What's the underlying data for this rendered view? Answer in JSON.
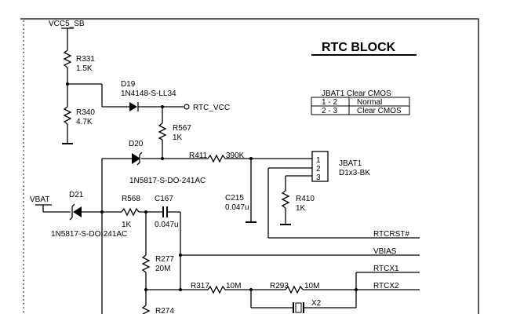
{
  "title": "RTC BLOCK",
  "jumper_table": {
    "header": "JBAT1 Clear CMOS",
    "rows": [
      {
        "pins": "1 - 2",
        "mode": "Normal"
      },
      {
        "pins": "2 - 3",
        "mode": "Clear CMOS"
      }
    ]
  },
  "nets": {
    "vcc5_sb": "VCC5_SB",
    "rtc_vcc": "RTC_VCC",
    "vbat": "VBAT",
    "rtcrst": "RTCRST#",
    "vbias": "VBIAS",
    "rtcx1": "RTCX1",
    "rtcx2": "RTCX2"
  },
  "components": {
    "r331": {
      "ref": "R331",
      "value": "1.5K"
    },
    "r340": {
      "ref": "R340",
      "value": "4.7K"
    },
    "d19": {
      "ref": "D19",
      "part": "1N4148-S-LL34"
    },
    "r567": {
      "ref": "R567",
      "value": "1K"
    },
    "d20": {
      "ref": "D20",
      "part": "1N5817-S-DO-241AC"
    },
    "r411": {
      "ref": "R411",
      "value": "390K"
    },
    "c215": {
      "ref": "C215",
      "value": "0.047u"
    },
    "jbat1": {
      "ref": "JBAT1",
      "part": "D1x3-BK",
      "pins": [
        "1",
        "2",
        "3"
      ]
    },
    "r410": {
      "ref": "R410",
      "value": "1K"
    },
    "d21": {
      "ref": "D21",
      "part": "1N5817-S-DO-241AC"
    },
    "r568": {
      "ref": "R568",
      "value": "1K"
    },
    "c167": {
      "ref": "C167",
      "value": "0.047u"
    },
    "r277": {
      "ref": "R277",
      "value": "20M"
    },
    "r317": {
      "ref": "R317",
      "value": "10M"
    },
    "r293": {
      "ref": "R293",
      "value": "10M"
    },
    "x2": {
      "ref": "X2"
    },
    "r274": {
      "ref": "R274"
    }
  }
}
